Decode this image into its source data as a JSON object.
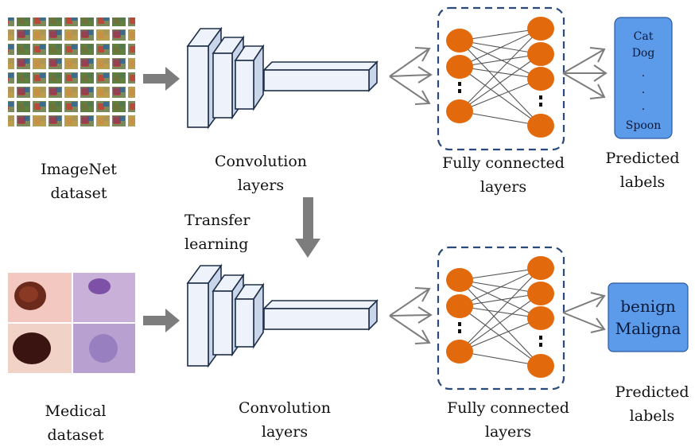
{
  "top": {
    "dataset_label": [
      "ImageNet",
      "dataset"
    ],
    "conv_label": [
      "Convolution",
      "layers"
    ],
    "fc_label": [
      "Fully connected",
      "layers"
    ],
    "pred_label": [
      "Predicted",
      "labels"
    ],
    "classes": [
      "Cat",
      "Dog",
      ".",
      ".",
      ".",
      "Spoon"
    ]
  },
  "transfer": [
    "Transfer",
    "learning"
  ],
  "bottom": {
    "dataset_label": [
      "Medical",
      "dataset"
    ],
    "conv_label": [
      "Convolution",
      "layers"
    ],
    "fc_label": [
      "Fully connected",
      "layers"
    ],
    "pred_label": [
      "Predicted",
      "labels"
    ],
    "classes": [
      "benign",
      "Maligna"
    ]
  },
  "colors": {
    "node": "#e3690d",
    "output_box": "#5b9bea",
    "fc_border": "#2a4a7a",
    "arrow_gray": "#7d7d7d",
    "conv_face": "#eef3fb",
    "conv_stroke": "#1f2f4a"
  }
}
